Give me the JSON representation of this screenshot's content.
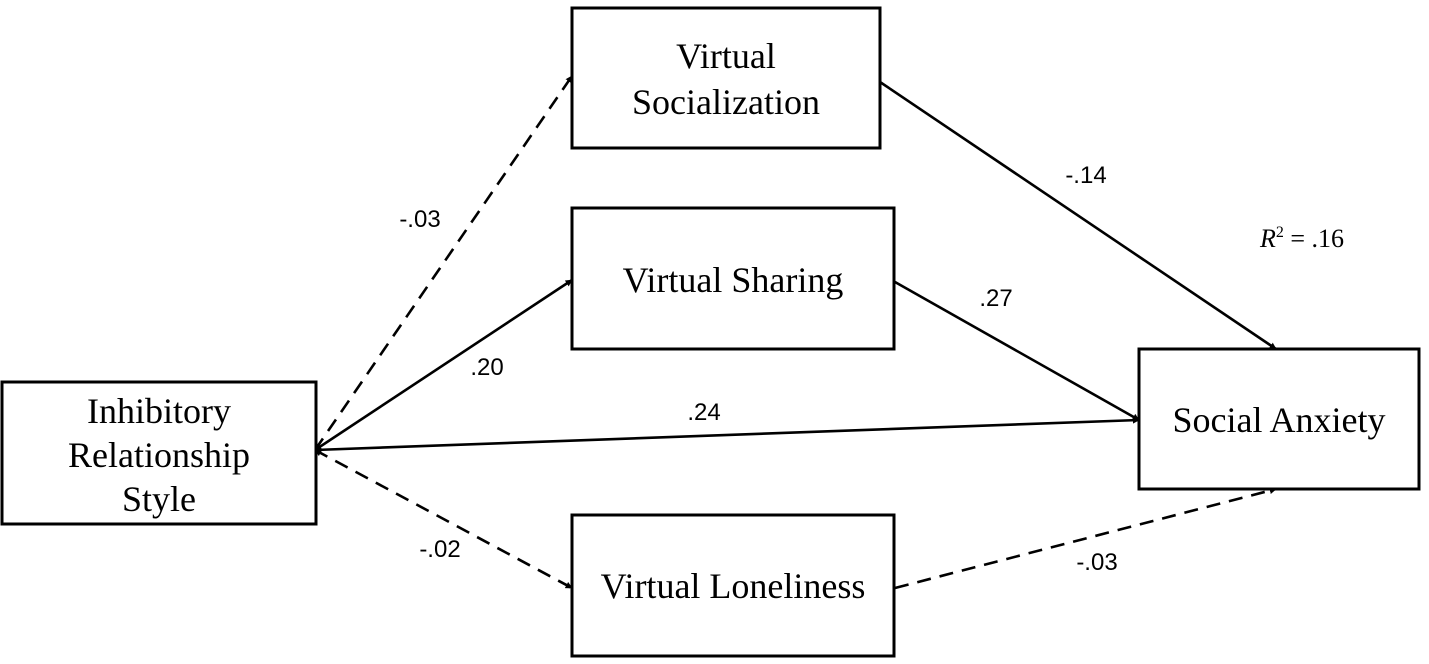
{
  "nodes": {
    "irs": {
      "lines": [
        "Inhibitory",
        "Relationship",
        "Style"
      ]
    },
    "vsoc": {
      "lines": [
        "Virtual",
        "Socialization"
      ]
    },
    "vsha": {
      "lines": [
        "Virtual Sharing"
      ]
    },
    "vlon": {
      "lines": [
        "Virtual Loneliness"
      ]
    },
    "sa": {
      "lines": [
        "Social Anxiety"
      ]
    }
  },
  "paths": {
    "irs_vsoc": {
      "coef": "-.03",
      "style": "dashed"
    },
    "irs_vsha": {
      "coef": ".20",
      "style": "solid"
    },
    "irs_sa": {
      "coef": ".24",
      "style": "solid"
    },
    "irs_vlon": {
      "coef": "-.02",
      "style": "dashed"
    },
    "vsoc_sa": {
      "coef": "-.14",
      "style": "solid"
    },
    "vsha_sa": {
      "coef": ".27",
      "style": "solid"
    },
    "vlon_sa": {
      "coef": "-.03",
      "style": "dashed"
    }
  },
  "r_squared": {
    "symbol": "R",
    "exponent": "2",
    "value": " = .16"
  },
  "colors": {
    "line": "#000000",
    "background": "#ffffff"
  }
}
